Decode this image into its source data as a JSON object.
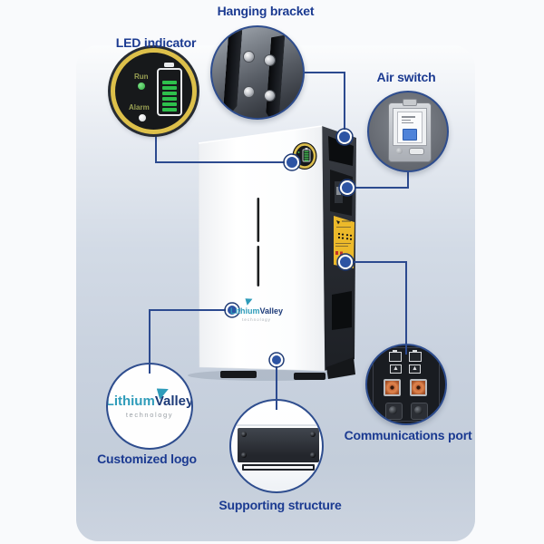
{
  "callouts": {
    "led": {
      "title": "LED indicator",
      "run_label": "Run",
      "alarm_label": "Alarm"
    },
    "bracket": {
      "title": "Hanging bracket"
    },
    "air": {
      "title": "Air switch"
    },
    "comms": {
      "title": "Communications port"
    },
    "logo": {
      "title": "Customized logo"
    },
    "support": {
      "title": "Supporting structure"
    }
  },
  "brand": {
    "name_1": "Lithium",
    "name_2": "Valley",
    "sub": "technology"
  },
  "colors": {
    "title_navy": "#1b3a91",
    "connector_line": "#2c4a8f",
    "led_ring_yellow": "#ddc04a",
    "led_green": "#2ec04c",
    "warning_label_yellow": "#ecb92a",
    "logo_teal": "#2f9cba",
    "logo_navy": "#1c3a78",
    "breaker_blue": "#4f83d9",
    "terminal_orange": "#c86a3a"
  }
}
